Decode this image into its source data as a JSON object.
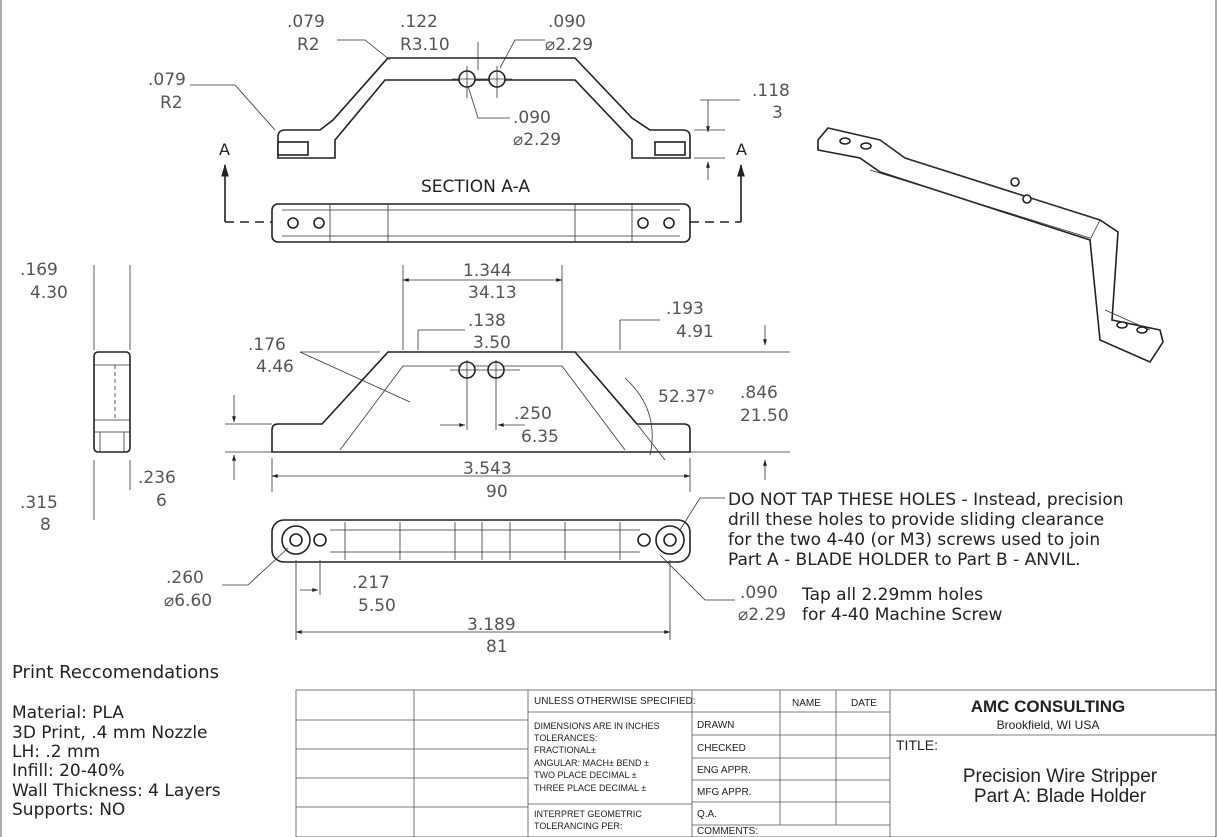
{
  "views": {
    "top": {
      "fillet_left_top": {
        "in": ".079",
        "mm": "R2"
      },
      "arc_top": {
        "in": ".122",
        "mm": "R3.10"
      },
      "hole_top_right": {
        "in": ".090",
        "mm": "⌀2.29"
      },
      "fillet_left_side": {
        "in": ".079",
        "mm": "R2"
      },
      "hole_mid": {
        "in": ".090",
        "mm": "⌀2.29"
      },
      "thickness": {
        "in": ".118",
        "mm": "3"
      },
      "section_marker": "A",
      "section_title": "SECTION A-A"
    },
    "side": {
      "depth": {
        "in": ".169",
        "mm": "4.30"
      },
      "height_total": {
        "in": ".315",
        "mm": "8"
      },
      "height_lower": {
        "in": ".236",
        "mm": "6"
      }
    },
    "front": {
      "top_width": {
        "in": "1.344",
        "mm": "34.13"
      },
      "notch_offset": {
        "in": ".138",
        "mm": "3.50"
      },
      "wall": {
        "in": ".176",
        "mm": "4.46"
      },
      "top_thickness": {
        "in": ".193",
        "mm": "4.91"
      },
      "angle": "52.37°",
      "height": {
        "in": ".846",
        "mm": "21.50"
      },
      "notch_width": {
        "in": ".250",
        "mm": "6.35"
      },
      "length": {
        "in": "3.543",
        "mm": "90"
      }
    },
    "bottom": {
      "counterbore": {
        "in": ".260",
        "mm": "⌀6.60"
      },
      "hole_spacing": {
        "in": ".217",
        "mm": "5.50"
      },
      "tap_hole": {
        "in": ".090",
        "mm": "⌀2.29"
      },
      "hole_pitch": {
        "in": "3.189",
        "mm": "81"
      }
    }
  },
  "notes": {
    "drill_note": [
      "DO NOT TAP THESE HOLES - Instead, precision",
      "drill these  holes to provide sliding clearance",
      "for the two 4-40 (or M3) screws used to join",
      "Part A - BLADE HOLDER to Part B - ANVIL."
    ],
    "tap_note": [
      "Tap all 2.29mm holes",
      "for 4-40 Machine Screw"
    ]
  },
  "print": {
    "heading": "Print Reccomendations",
    "lines": [
      "Material: PLA",
      "3D Print, .4 mm Nozzle",
      "LH: .2 mm",
      "Infill: 20-40%",
      "Wall Thickness: 4 Layers",
      "Supports: NO"
    ]
  },
  "title_block": {
    "unless": "UNLESS OTHERWISE SPECIFIED:",
    "spec_lines": [
      "DIMENSIONS ARE IN INCHES",
      "TOLERANCES:",
      "FRACTIONAL±",
      "ANGULAR: MACH±    BEND ±",
      "TWO PLACE DECIMAL    ±",
      "THREE PLACE DECIMAL  ±"
    ],
    "interpret": [
      "INTERPRET GEOMETRIC",
      "TOLERANCING PER:"
    ],
    "col_name": "NAME",
    "col_date": "DATE",
    "rows": [
      "DRAWN",
      "CHECKED",
      "ENG APPR.",
      "MFG APPR.",
      "Q.A.",
      "COMMENTS:"
    ],
    "company": "AMC CONSULTING",
    "location": "Brookfield, WI  USA",
    "title_label": "TITLE:",
    "title_lines": [
      "Precision Wire Stripper",
      "Part A: Blade Holder"
    ]
  }
}
